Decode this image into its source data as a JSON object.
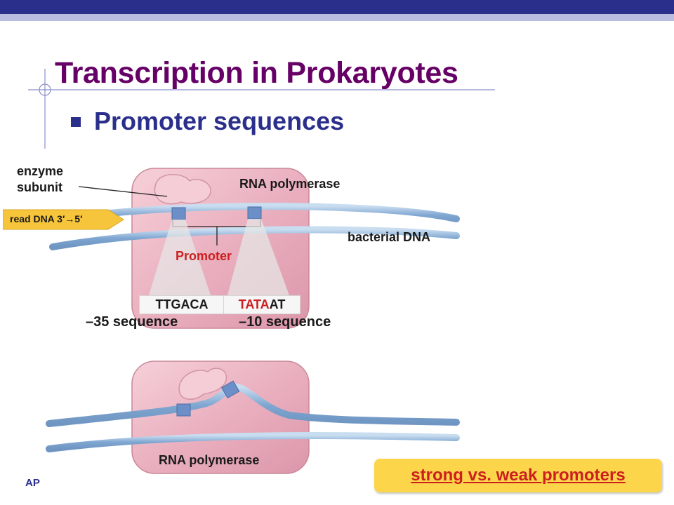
{
  "slide": {
    "title": "Transcription in Prokaryotes",
    "bullet": "Promoter sequences",
    "footer": "AP",
    "callout": "strong vs. weak promoters"
  },
  "diagram": {
    "top": {
      "enzyme_line1": "enzyme",
      "enzyme_line2": "subunit",
      "rna_polymerase": "RNA polymerase",
      "bacterial_dna": "bacterial DNA",
      "promoter": "Promoter",
      "read_dna": "read DNA 3′→5′",
      "seq35_text": "TTGACA",
      "seq10_red": "TATA",
      "seq10_rest": "AT",
      "seq35_label": "–35 sequence",
      "seq10_label": "–10 sequence"
    },
    "bottom": {
      "rna_polymerase": "RNA polymerase"
    }
  },
  "colors": {
    "title": "#660066",
    "accent_blue": "#2b2f8c",
    "polymerase_pink": "#e9a7b6",
    "dna_blue": "#8fb3d9",
    "promoter_red": "#cc1f1f",
    "callout_yellow": "#fcd54a"
  }
}
